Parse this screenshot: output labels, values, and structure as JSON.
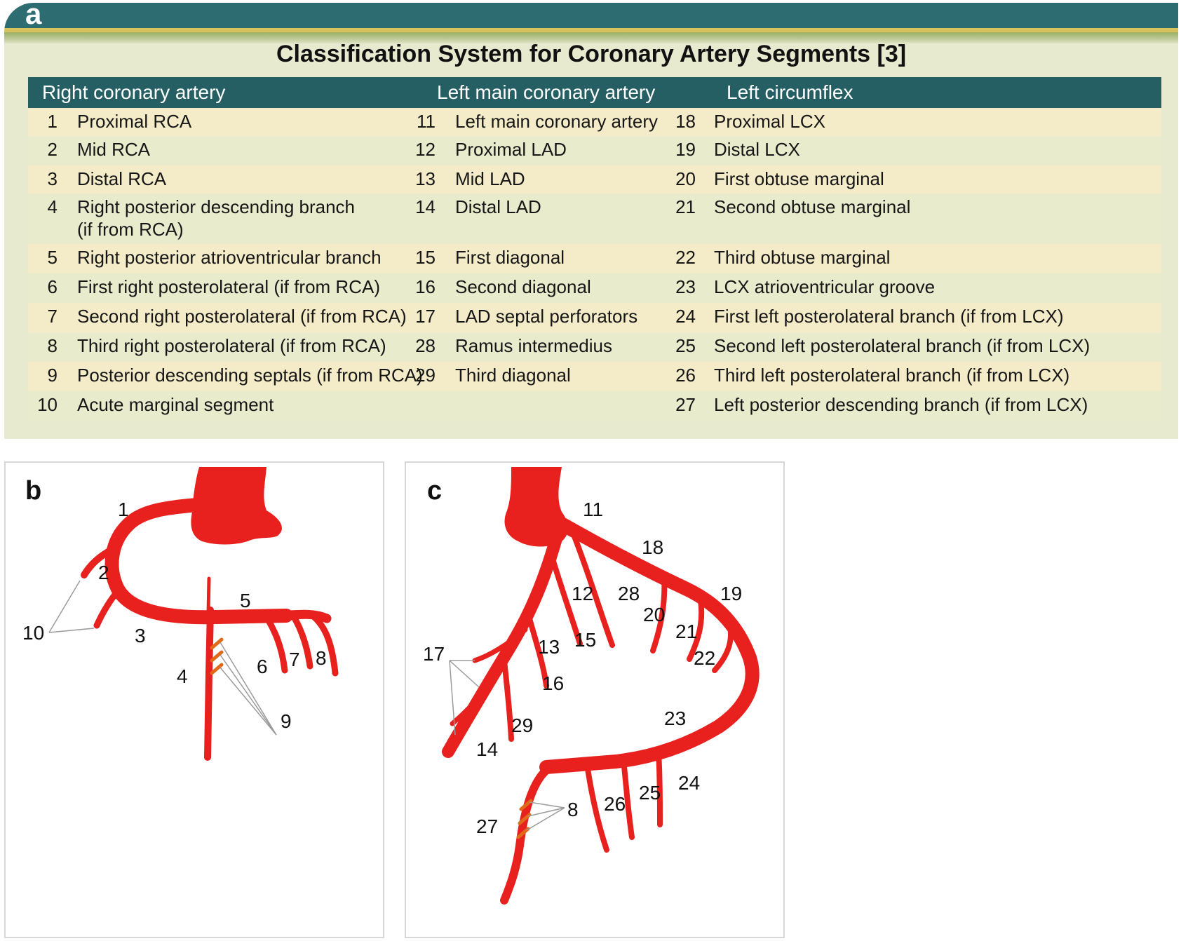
{
  "panel_a": {
    "letter": "a",
    "title": "Classification System for Coronary Artery Segments [3]",
    "columns": [
      "Right coronary artery",
      "Left main coronary artery",
      "Left circumflex"
    ],
    "rows": [
      {
        "n1": "1",
        "t1": "Proximal RCA",
        "n2": "11",
        "t2": "Left main coronary artery",
        "n3": "18",
        "t3": "Proximal LCX"
      },
      {
        "n1": "2",
        "t1": "Mid RCA",
        "n2": "12",
        "t2": "Proximal LAD",
        "n3": "19",
        "t3": "Distal LCX"
      },
      {
        "n1": "3",
        "t1": "Distal RCA",
        "n2": "13",
        "t2": "Mid LAD",
        "n3": "20",
        "t3": "First obtuse marginal"
      },
      {
        "n1": "4",
        "t1": "Right posterior descending branch",
        "t1b": "(if from RCA)",
        "n2": "14",
        "t2": "Distal LAD",
        "n3": "21",
        "t3": "Second obtuse marginal"
      },
      {
        "n1": "5",
        "t1": "Right posterior atrioventricular branch",
        "n2": "15",
        "t2": "First diagonal",
        "n3": "22",
        "t3": "Third obtuse marginal"
      },
      {
        "n1": "6",
        "t1": "First right posterolateral (if from RCA)",
        "n2": "16",
        "t2": "Second diagonal",
        "n3": "23",
        "t3": "LCX atrioventricular groove"
      },
      {
        "n1": "7",
        "t1": "Second right posterolateral (if from RCA)",
        "n2": "17",
        "t2": "LAD septal perforators",
        "n3": "24",
        "t3": "First left posterolateral branch (if from LCX)"
      },
      {
        "n1": "8",
        "t1": "Third right posterolateral (if from RCA)",
        "n2": "28",
        "t2": "Ramus intermedius",
        "n3": "25",
        "t3": "Second left posterolateral branch (if from LCX)"
      },
      {
        "n1": "9",
        "t1": "Posterior descending septals (if from RCA)",
        "n2": "29",
        "t2": "Third diagonal",
        "n3": "26",
        "t3": "Third left posterolateral branch (if from LCX)"
      },
      {
        "n1": "10",
        "t1": "Acute marginal segment",
        "n2": "",
        "t2": "",
        "n3": "27",
        "t3": "Left posterior descending branch (if from LCX)"
      }
    ]
  },
  "panel_b": {
    "letter": "b",
    "labels": {
      "s1": "1",
      "s2": "2",
      "s3": "3",
      "s4": "4",
      "s5": "5",
      "s6": "6",
      "s7": "7",
      "s8": "8",
      "s9": "9",
      "s10": "10"
    }
  },
  "panel_c": {
    "letter": "c",
    "labels": {
      "s11": "11",
      "s18": "18",
      "s12": "12",
      "s28": "28",
      "s19": "19",
      "s20": "20",
      "s21": "21",
      "s15": "15",
      "s13": "13",
      "s17": "17",
      "s22": "22",
      "s16": "16",
      "s23": "23",
      "s29": "29",
      "s14": "14",
      "s24": "24",
      "s25": "25",
      "s26": "26",
      "s8": "8",
      "s27": "27"
    }
  },
  "colors": {
    "artery": "#e8211e",
    "header": "#265f63",
    "band": "#2d6c70"
  }
}
